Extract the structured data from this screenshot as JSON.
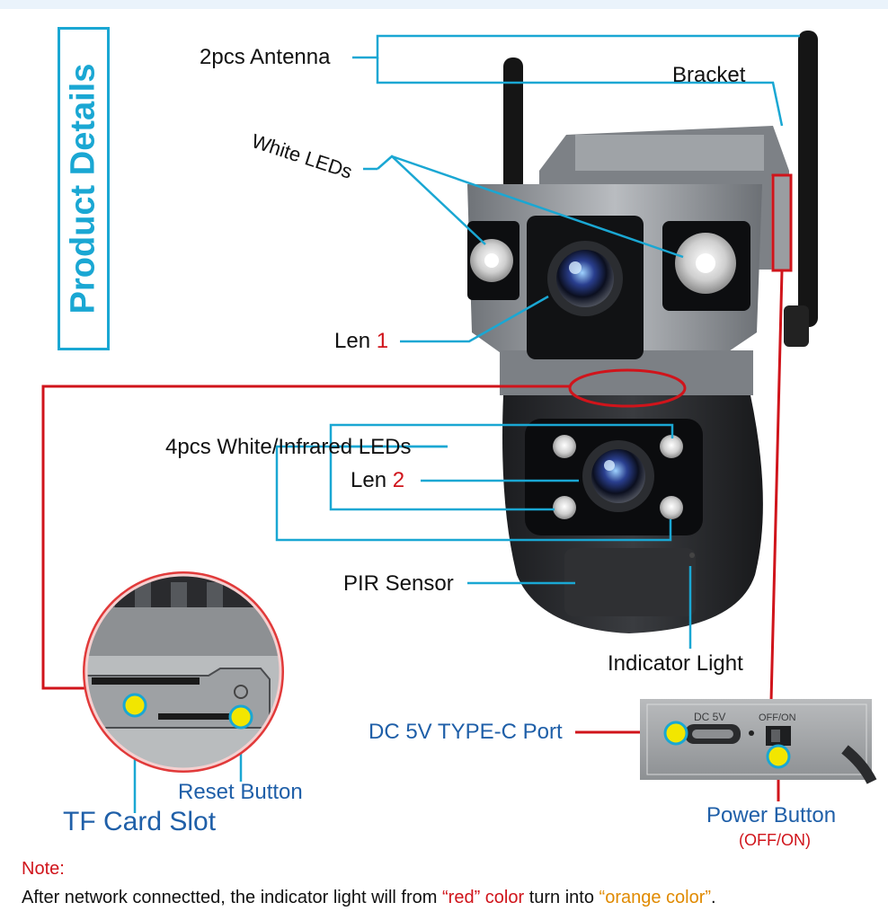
{
  "title": "Product Details",
  "labels": {
    "antenna": "2pcs Antenna",
    "bracket": "Bracket",
    "white_leds": "White LEDs",
    "len1_prefix": "Len ",
    "len1_num": "1",
    "four_leds": "4pcs White/Infrared LEDs",
    "len2_prefix": "Len ",
    "len2_num": "2",
    "pir": "PIR Sensor",
    "indicator": "Indicator Light",
    "dc_port": "DC 5V TYPE-C Port",
    "reset": "Reset Button",
    "tf_slot": "TF Card Slot",
    "power": "Power Button",
    "power_sub": "(OFF/ON)",
    "port_print_dc": "DC 5V",
    "port_print_onoff": "OFF/ON"
  },
  "note": {
    "title": "Note:",
    "part1": "After network connectted, the indicator light will from ",
    "red": "“red” color",
    "part2": " turn into ",
    "orange": "“orange color”",
    "part3": "."
  },
  "colors": {
    "callout_blue": "#1aa7d3",
    "callout_red": "#d0141b",
    "label_blue": "#1f5fa8",
    "orange": "#e08a00",
    "marker_yellow": "#f2e600"
  }
}
